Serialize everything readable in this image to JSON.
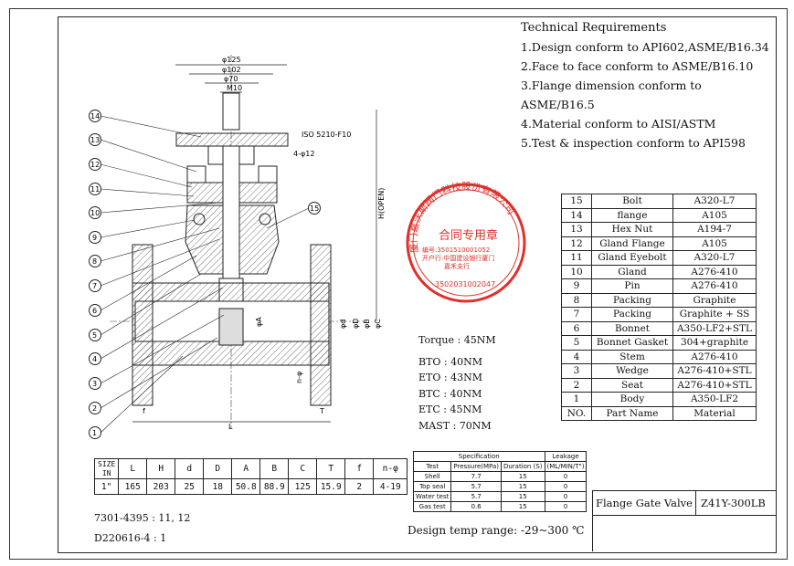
{
  "requirements": {
    "title": "Technical Requirements",
    "items": [
      "1.Design conform to API602,ASME/B16.34",
      "2.Face to face conform to ASME/B16.10",
      "3.Flange dimension conform to ASME/B16.5",
      "4.Material conform to AISI/ASTM",
      "5.Test & inspection conform to API598"
    ]
  },
  "parts": [
    {
      "no": "15",
      "name": "Bolt",
      "material": "A320-L7"
    },
    {
      "no": "14",
      "name": "flange",
      "material": "A105"
    },
    {
      "no": "13",
      "name": "Hex Nut",
      "material": "A194-7"
    },
    {
      "no": "12",
      "name": "Gland Flange",
      "material": "A105"
    },
    {
      "no": "11",
      "name": "Gland Eyebolt",
      "material": "A320-L7"
    },
    {
      "no": "10",
      "name": "Gland",
      "material": "A276-410"
    },
    {
      "no": "9",
      "name": "Pin",
      "material": "A276-410"
    },
    {
      "no": "8",
      "name": "Packing",
      "material": "Graphite"
    },
    {
      "no": "7",
      "name": "Packing",
      "material": "Graphite + SS"
    },
    {
      "no": "6",
      "name": "Bonnet",
      "material": "A350-LF2+STL"
    },
    {
      "no": "5",
      "name": "Bonnet Gasket",
      "material": "304+graphite"
    },
    {
      "no": "4",
      "name": "Stem",
      "material": "A276-410"
    },
    {
      "no": "3",
      "name": "Wedge",
      "material": "A276-410+STL"
    },
    {
      "no": "2",
      "name": "Seat",
      "material": "A276-410+STL"
    },
    {
      "no": "1",
      "name": "Body",
      "material": "A350-LF2"
    }
  ],
  "parts_header": {
    "no": "NO.",
    "name": "Part Name",
    "material": "Material"
  },
  "torque": [
    "Torque : 45NM",
    "BTO : 40NM",
    "ETO : 43NM",
    "BTC : 40NM",
    "ETC : 45NM",
    "MAST : 70NM"
  ],
  "dimensions": {
    "size_label": "SIZE",
    "size_unit": "IN",
    "headers": [
      "L",
      "H",
      "d",
      "D",
      "A",
      "B",
      "C",
      "T",
      "f",
      "n-φ"
    ],
    "size": "1\"",
    "values": [
      "165",
      "203",
      "25",
      "18",
      "50.8",
      "88.9",
      "125",
      "15.9",
      "2",
      "4-19"
    ]
  },
  "notes": [
    "7301-4395 : 11, 12",
    "D220616-4 : 1"
  ],
  "spec": {
    "spec_header": "Specification",
    "leakage_header": "Leakage",
    "cols": [
      "Test",
      "Pressure(MPa)",
      "Duration (S)",
      "(ML/MIN/T\")"
    ],
    "rows": [
      [
        "Shell",
        "7.7",
        "15",
        "0"
      ],
      [
        "Top seal",
        "5.7",
        "15",
        "0"
      ],
      [
        "Water test",
        "5.7",
        "15",
        "0"
      ],
      [
        "Gas test",
        "0.6",
        "15",
        "0"
      ]
    ]
  },
  "design_temp": "Design temp range: -29~300 ℃",
  "title_block": {
    "name": "Flange Gate Valve",
    "model": "Z41Y-300LB"
  },
  "drawing": {
    "top_dims": [
      "φ125",
      "φ102",
      "φ70",
      "M10"
    ],
    "iso": "ISO 5210-F10",
    "hole": "4-φ12",
    "h_label": "H(OPEN)",
    "f_label": "f",
    "t_label": "T",
    "l_label": "L",
    "nphi_label": "n-φ",
    "d_labels": [
      "φd",
      "φD",
      "φA",
      "φB",
      "φC"
    ],
    "callouts": [
      "14",
      "13",
      "12",
      "11",
      "10",
      "9",
      "8",
      "7",
      "6",
      "5",
      "4",
      "3",
      "2",
      "1",
      "15"
    ]
  },
  "stamp": {
    "ring_text": "厦门嘉沃斯阀门科技股份有限公司",
    "center": "合同专用章",
    "lines": [
      "编号:3501510001052",
      "开户行:中国建设银行厦门",
      "嘉禾支行"
    ],
    "number": "3502031002047",
    "color": "#e0302a"
  }
}
